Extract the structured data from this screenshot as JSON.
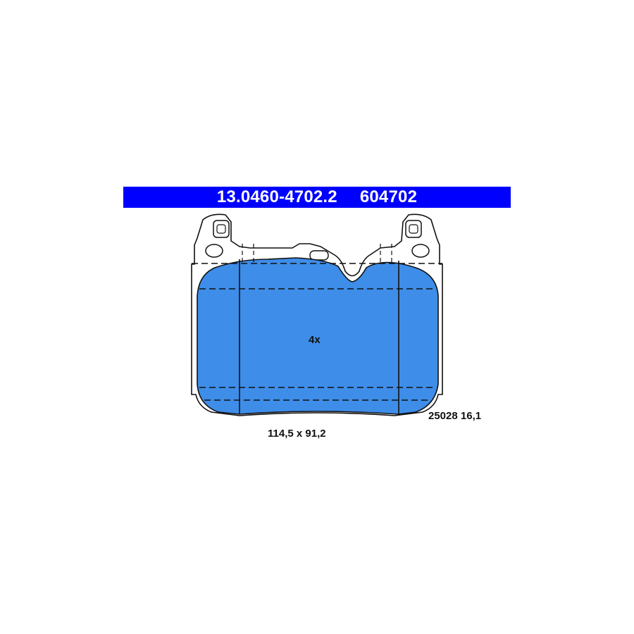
{
  "header": {
    "part_number": "13.0460-4702.2",
    "ref_number": "604702"
  },
  "drawing": {
    "quantity_label": "4x",
    "code_label": "25028 16,1",
    "dimensions_label": "114,5 x 91,2"
  },
  "colors": {
    "header_background": "#0000ff",
    "header_text": "#ffffff",
    "pad_fill": "#3e8de9",
    "outline": "#111111"
  }
}
